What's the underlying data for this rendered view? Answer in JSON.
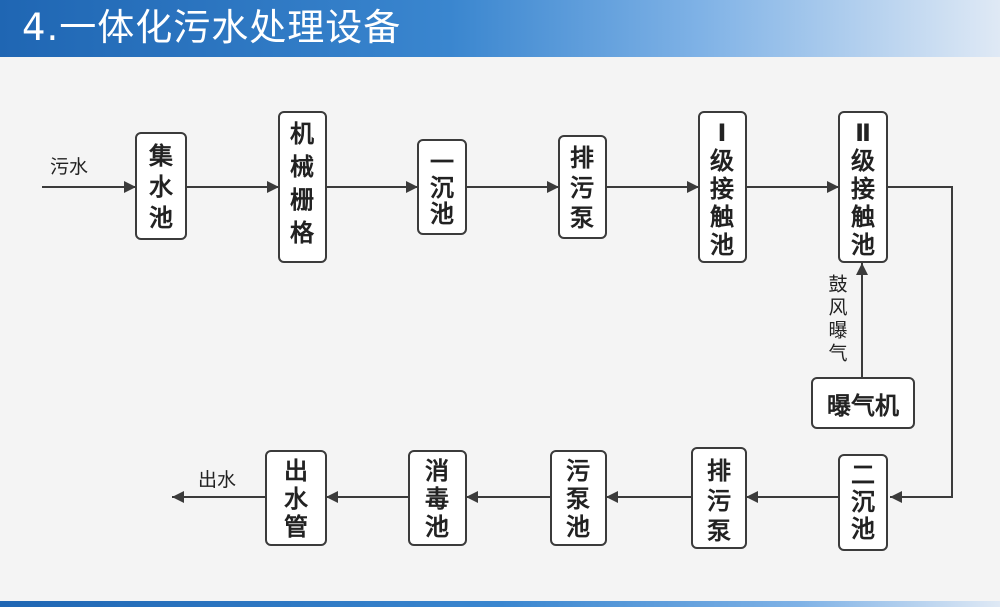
{
  "title": "4.一体化污水处理设备",
  "nodes": {
    "collect_tank": "集水池",
    "screen": "机械栅格",
    "primary_sed": "一沉池",
    "pump_top": "排污泵",
    "contact1": "Ⅰ级接触池",
    "contact2": "Ⅱ级接触池",
    "blower": "曝气机",
    "secondary_sed": "二沉池",
    "pump_bottom": "排污泵",
    "sludge_tank": "污泵池",
    "disinfect": "消毒池",
    "outlet": "出水管"
  },
  "labels": {
    "inflow": "污水",
    "aeration": "鼓风曝气",
    "outflow": "出水"
  }
}
